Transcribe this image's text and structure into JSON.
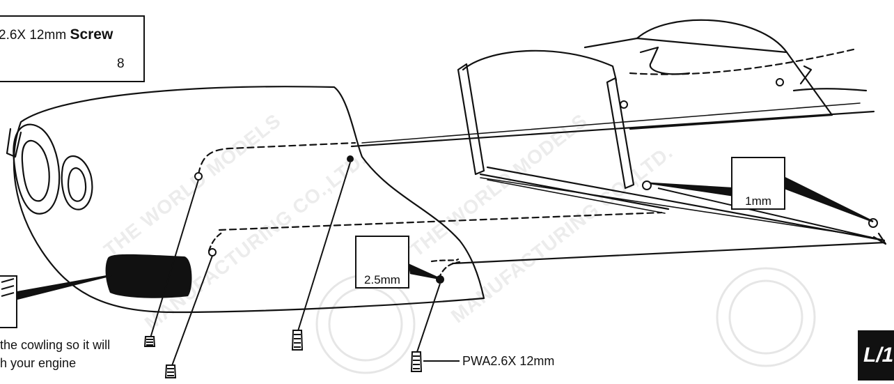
{
  "hardware": {
    "screw_title_prefix": "2.6X 12mm ",
    "screw_title_bold": "Screw",
    "screw_count": "8"
  },
  "drill_labels": {
    "small": "2.5mm",
    "large": "1mm"
  },
  "callouts": {
    "cowling_line1": "the cowling so it will",
    "cowling_line2": "h your engine",
    "screw_spec": "PWA2.6X 12mm"
  },
  "watermark": {
    "line1": "THE WORLD MODELS",
    "line2": "MANUFACTURING CO.,LTD."
  },
  "page_badge": "L/1"
}
